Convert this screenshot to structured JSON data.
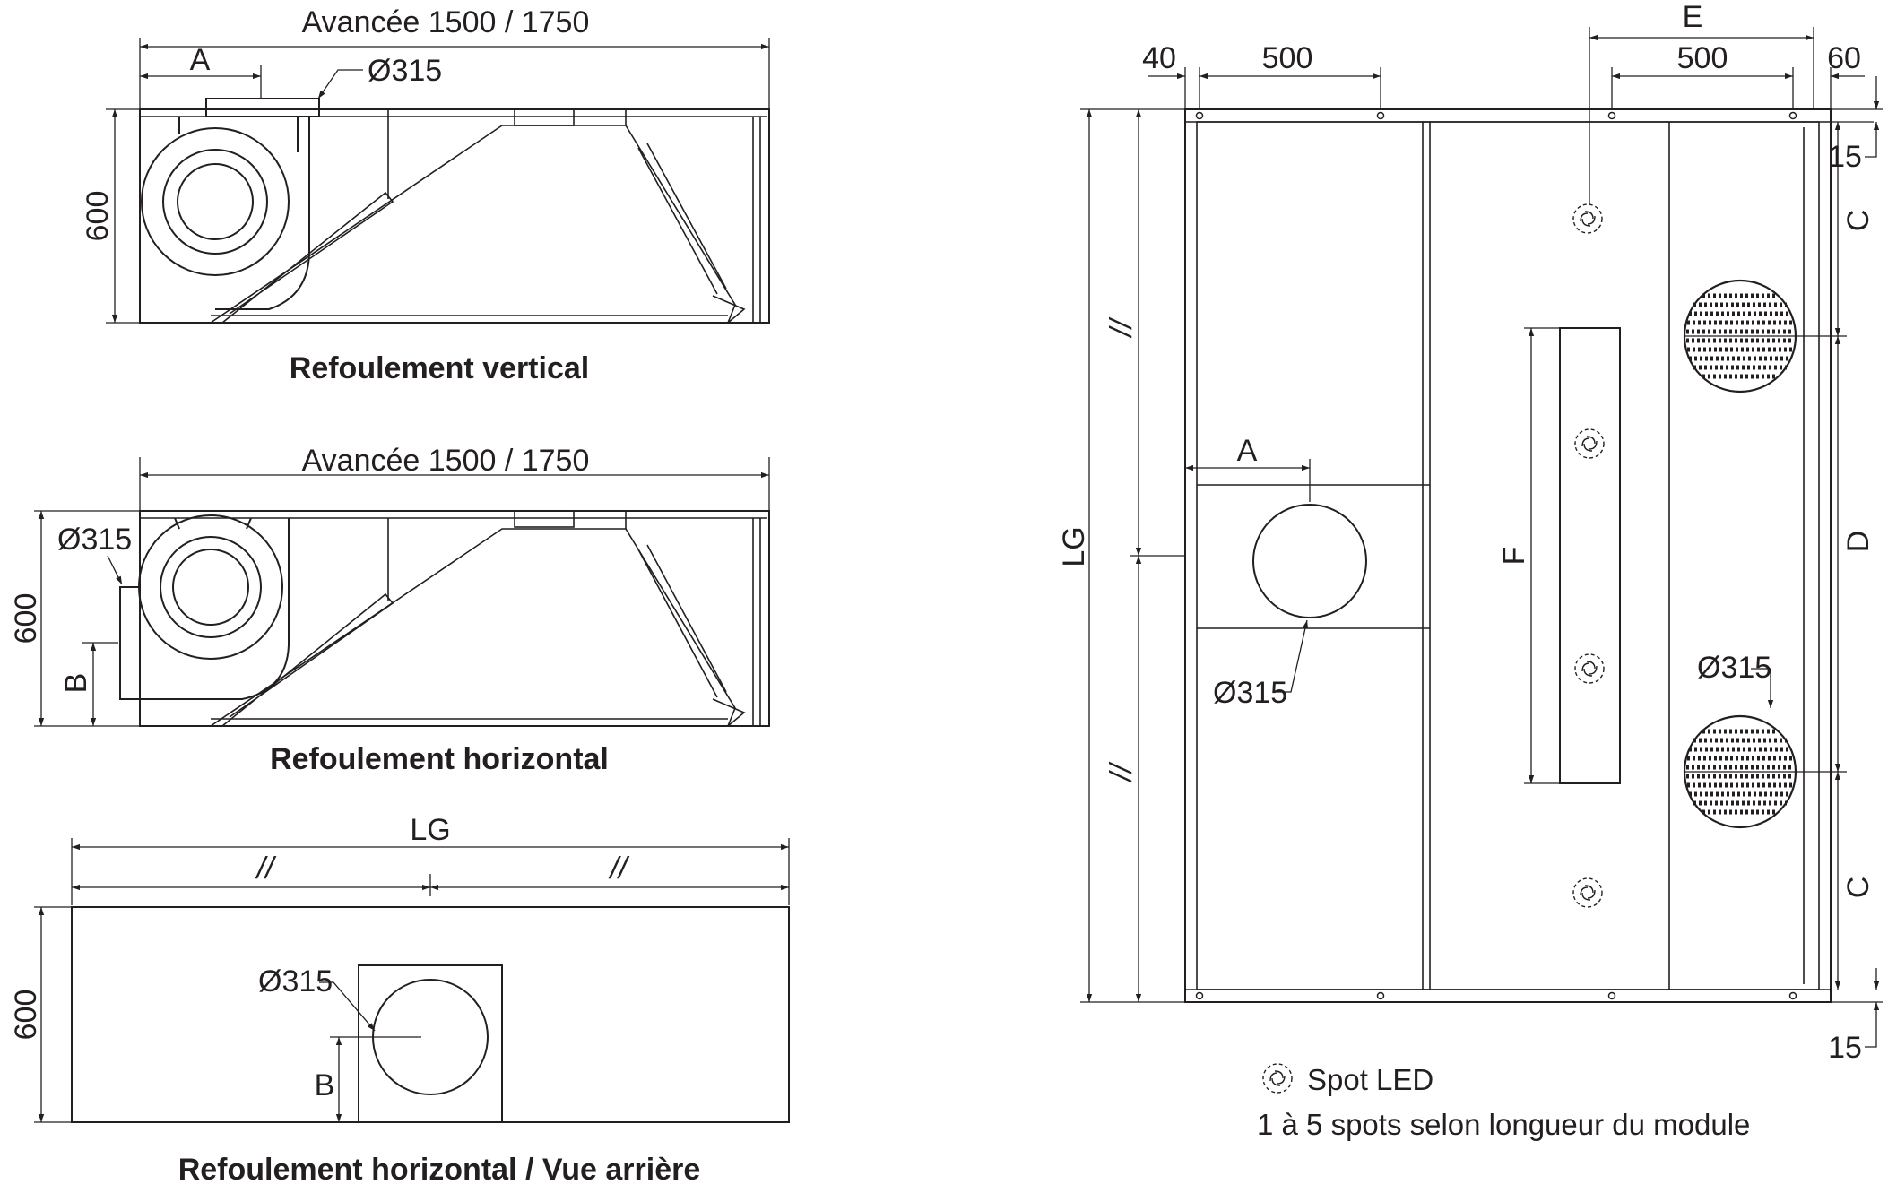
{
  "views": {
    "vertical": {
      "caption": "Refoulement vertical",
      "width_dim": "Avancée 1500 / 1750",
      "dim_a": "A",
      "duct_dia": "Ø315",
      "height_dim": "600"
    },
    "horizontal": {
      "caption": "Refoulement horizontal",
      "width_dim": "Avancée 1500 / 1750",
      "duct_dia": "Ø315",
      "height_dim": "600",
      "dim_b": "B"
    },
    "rear": {
      "caption": "Refoulement horizontal / Vue arrière",
      "length_dim": "LG",
      "half_mark_left": "//",
      "half_mark_right": "//",
      "duct_dia": "Ø315",
      "height_dim": "600",
      "dim_b": "B"
    },
    "plan": {
      "dim_e": "E",
      "dim_40": "40",
      "dim_500_left": "500",
      "dim_500_right": "500",
      "dim_60": "60",
      "dim_15_top": "15",
      "dim_15_bottom": "15",
      "dim_c_top": "C",
      "dim_d": "D",
      "dim_c_bottom": "C",
      "dim_lg": "LG",
      "half_mark_top": "//",
      "half_mark_bottom": "//",
      "dim_a": "A",
      "dim_f": "F",
      "duct_dia": "Ø315",
      "filter_dia": "Ø315"
    }
  },
  "legend": {
    "spot_label": "Spot LED",
    "spot_note": "1 à 5 spots selon longueur du module"
  },
  "icons": [
    "spot-led-icon",
    "grille-icon",
    "fan-icon",
    "arrow-icon"
  ]
}
